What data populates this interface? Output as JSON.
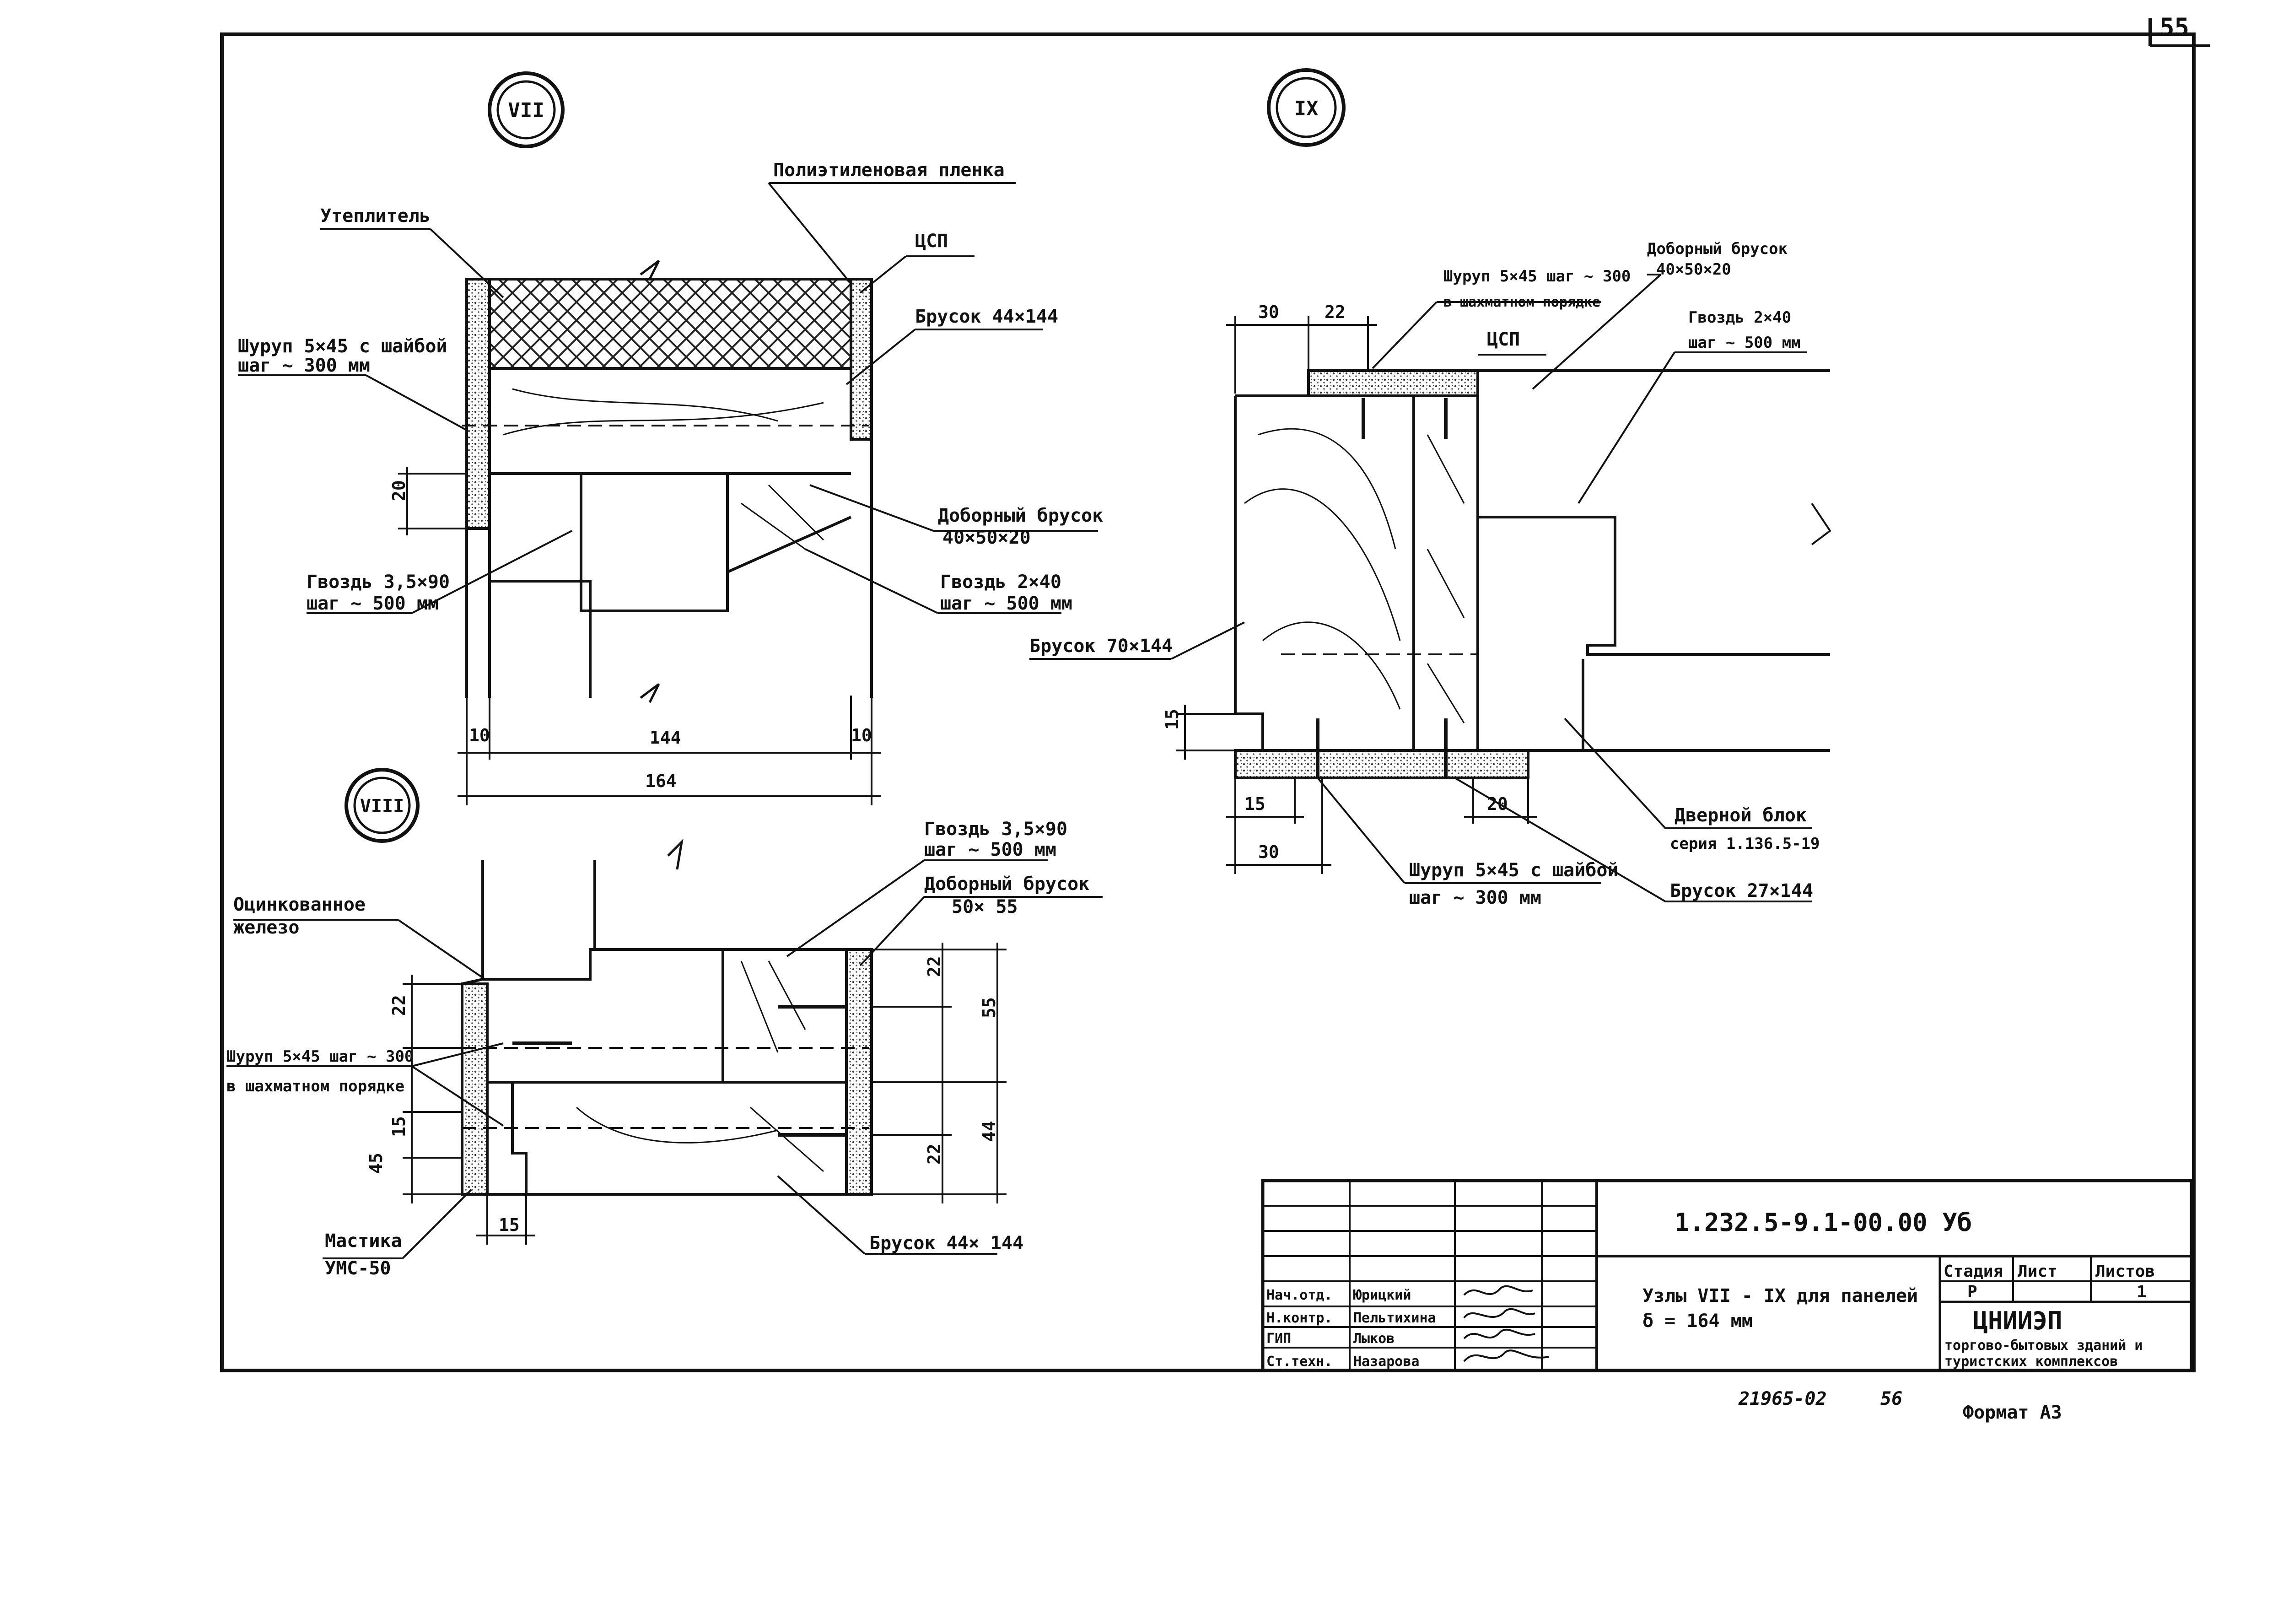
{
  "sheet": {
    "page_number": "55",
    "document_code": "1.232.5-9.1-00.00 Уб",
    "title_line1": "Узлы VII - IX для панелей",
    "title_line2": "δ = 164 мм",
    "organization": "ЦНИИЭП",
    "org_line2": "торгово-бытовых зданий и",
    "org_line3": "туристских комплексов",
    "stage_header": "Стадия",
    "sheet_header": "Лист",
    "sheets_header": "Листов",
    "stage_value": "Р",
    "sheets_value": "1",
    "inventory_number": "21965-02",
    "inventory_suffix": "56",
    "format": "Формат А3"
  },
  "signatures": [
    {
      "role": "Нач.отд.",
      "name": "Юрицкий"
    },
    {
      "role": "Н.контр.",
      "name": "Пельтихина"
    },
    {
      "role": "ГИП",
      "name": "Лыков"
    },
    {
      "role": "Ст.техн.",
      "name": "Назарова"
    }
  ],
  "node7": {
    "marker": "VII",
    "labels": {
      "film": "Полиэтиленовая пленка",
      "insulation": "Утеплитель",
      "csp": "ЦСП",
      "bar": "Брусок 44×144",
      "screw1": "Шуруп 5×45 с шайбой",
      "screw2": "шаг ~ 300 мм",
      "extra_bar1": "Доборный брусок",
      "extra_bar2": "40×50×20",
      "nail1_1": "Гвоздь 3,5×90",
      "nail1_2": "шаг ~ 500 мм",
      "nail2_1": "Гвоздь 2×40",
      "nail2_2": "шаг ~ 500 мм"
    },
    "dims": {
      "d20": "20",
      "d10a": "10",
      "d144": "144",
      "d10b": "10",
      "d164": "164"
    }
  },
  "node8": {
    "marker": "VIII",
    "labels": {
      "nail1": "Гвоздь 3,5×90",
      "nail2": "шаг ~ 500 мм",
      "extra_bar1": "Доборный брусок",
      "extra_bar2": "50× 55",
      "galv1": "Оцинкованное",
      "galv2": "железо",
      "screw1": "Шуруп 5×45 шаг ~ 300",
      "screw2": "в шахматном порядке",
      "mastic1": "Мастика",
      "mastic2": "УМС-50",
      "bar": "Брусок 44× 144"
    },
    "dims": {
      "d22a": "22",
      "d15a": "15",
      "d45": "45",
      "d15b": "15",
      "d22b": "22",
      "d55": "55",
      "d44": "44",
      "d22c": "22"
    }
  },
  "node9": {
    "marker": "IX",
    "labels": {
      "screw1": "Шуруп 5×45 шаг ~ 300",
      "screw2": "в шахматном порядке",
      "csp": "ЦСП",
      "extra_bar1": "Доборный брусок",
      "extra_bar2": "40×50×20",
      "nail1": "Гвоздь 2×40",
      "nail2": "шаг ~ 500 мм",
      "bar70": "Брусок 70×144",
      "door1": "Дверной блок",
      "door2": "серия 1.136.5-19",
      "screw_w1": "Шуруп 5×45 с шайбой",
      "screw_w2": "шаг ~ 300 мм",
      "bar27": "Брусок 27×144"
    },
    "dims": {
      "d30a": "30",
      "d22": "22",
      "d15a": "15",
      "d15b": "15",
      "d30b": "30",
      "d20": "20"
    }
  }
}
